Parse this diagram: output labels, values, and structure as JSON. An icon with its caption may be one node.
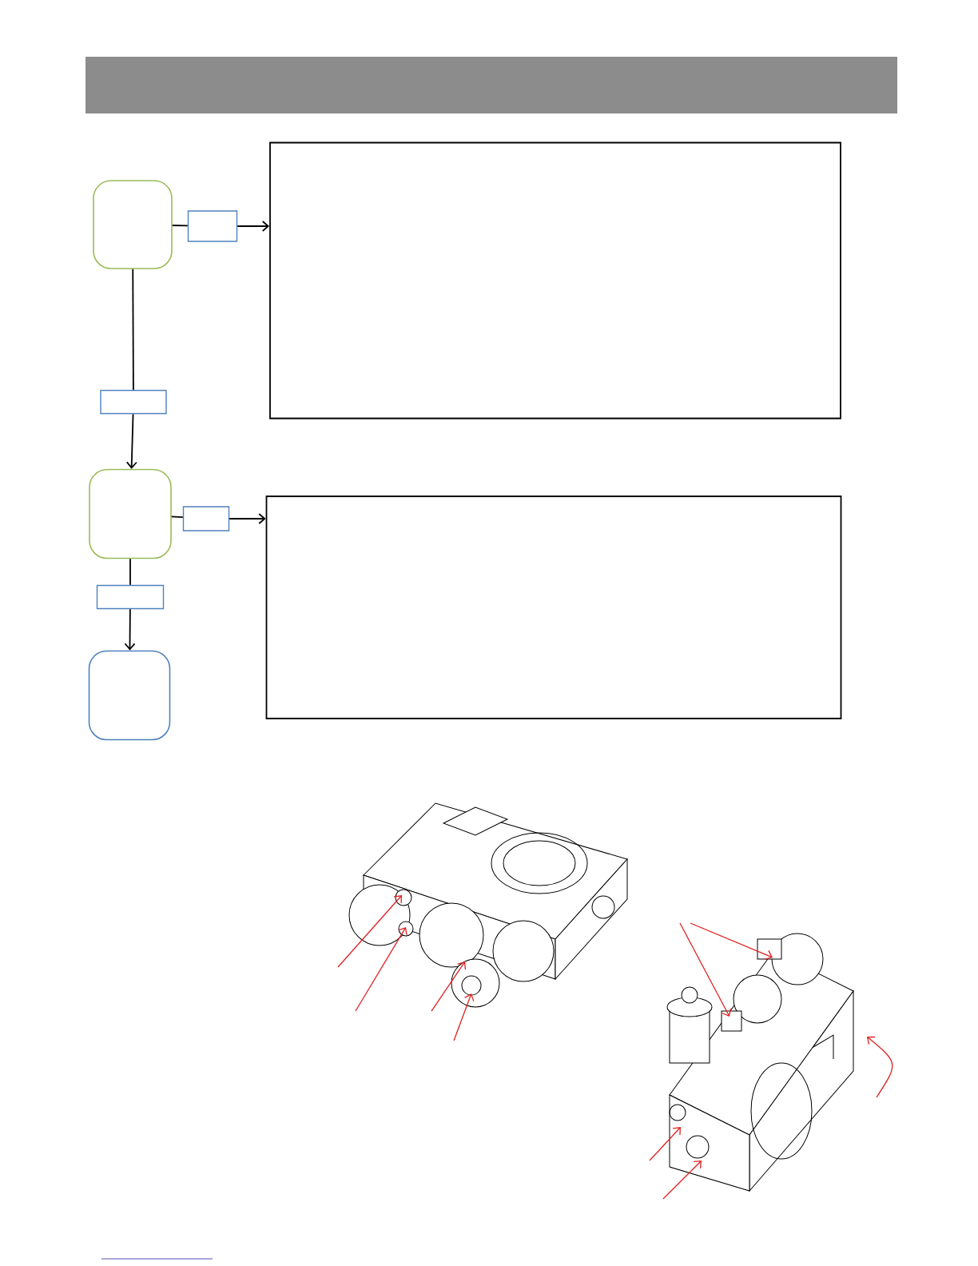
{
  "diagram": {
    "nodes": [
      {
        "text": [],
        "shape": "oval"
      },
      {
        "text": [],
        "shape": "box"
      },
      {
        "text": [],
        "shape": "box"
      },
      {
        "text": [],
        "shape": "box"
      },
      {
        "text": [],
        "shape": "oval"
      },
      {
        "text": [],
        "shape": "box"
      },
      {
        "text": [],
        "shape": "box"
      },
      {
        "text": [],
        "shape": "box"
      },
      {
        "text": [],
        "shape": "oval"
      },
      {
        "text": [],
        "shape": "picture"
      },
      {
        "text": [],
        "shape": "picture"
      }
    ],
    "edges": [
      {
        "from": 0,
        "to": 1,
        "arrow": "none",
        "color": "#000000"
      },
      {
        "from": 1,
        "to": 2,
        "arrow": "to",
        "color": "#000000"
      },
      {
        "from": 0,
        "to": 3,
        "arrow": "none",
        "color": "#000000"
      },
      {
        "from": 3,
        "to": 4,
        "arrow": "to",
        "color": "#000000"
      },
      {
        "from": 4,
        "to": 5,
        "arrow": "none",
        "color": "#000000"
      },
      {
        "from": 5,
        "to": 6,
        "arrow": "to",
        "color": "#000000"
      },
      {
        "from": 4,
        "to": 7,
        "arrow": "none",
        "color": "#000000"
      },
      {
        "from": 7,
        "to": 8,
        "arrow": "to",
        "color": "#000000"
      },
      {
        "from": null,
        "to": 9,
        "arrow": "to",
        "color": "#e02020"
      },
      {
        "from": null,
        "to": 9,
        "arrow": "to",
        "color": "#e02020"
      },
      {
        "from": null,
        "to": 9,
        "arrow": "to",
        "color": "#e02020"
      },
      {
        "from": null,
        "to": 9,
        "arrow": "to",
        "color": "#e02020"
      },
      {
        "from": null,
        "to": 10,
        "arrow": "to",
        "color": "#e02020"
      },
      {
        "from": null,
        "to": 10,
        "arrow": "to",
        "color": "#e02020"
      },
      {
        "from": null,
        "to": 10,
        "arrow": "to",
        "color": "#e02020"
      },
      {
        "from": null,
        "to": 10,
        "arrow": "to",
        "color": "#e02020"
      },
      {
        "from": null,
        "to": 10,
        "arrow": "to",
        "color": "#e02020"
      }
    ]
  }
}
